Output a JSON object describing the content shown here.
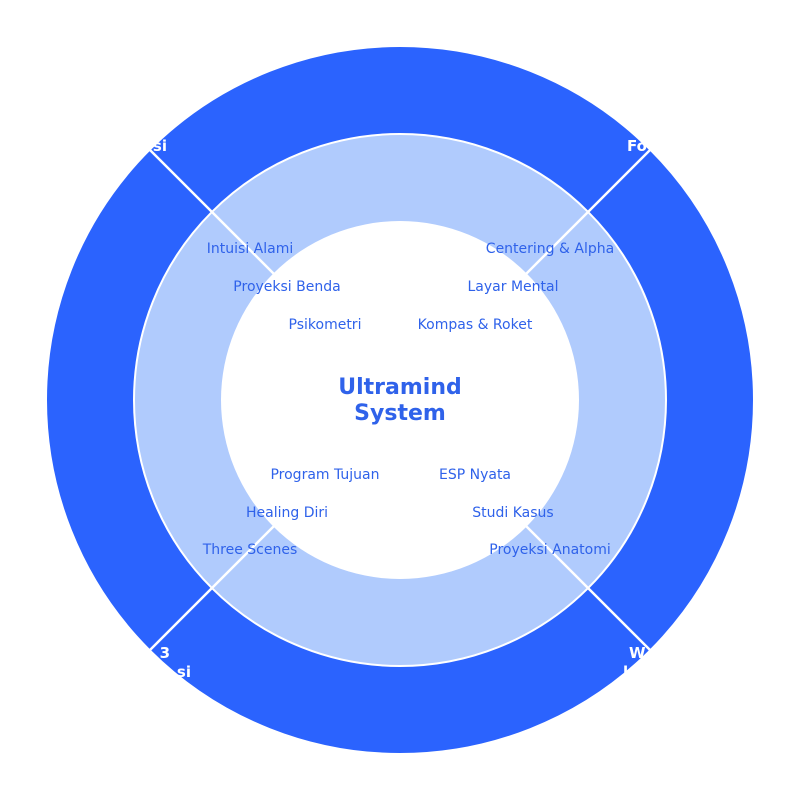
{
  "colors": {
    "outer_ring": "#2b63fe",
    "inner_ring": "#b0cbfd",
    "divider": "#ffffff",
    "text_dark": "#2f62ea",
    "text_light": "#ffffff",
    "center_fill": "#ffffff"
  },
  "center": {
    "title_line1": "Ultramind",
    "title_line2": "System"
  },
  "outer_labels": [
    {
      "id": "top-left",
      "lines": [
        "si"
      ]
    },
    {
      "id": "top-right",
      "lines": [
        "Fo"
      ]
    },
    {
      "id": "bottom-left",
      "lines": [
        "3",
        "si"
      ]
    },
    {
      "id": "bottom-right",
      "lines": [
        "W",
        "l"
      ]
    }
  ],
  "items": [
    {
      "label": "Intuisi Alami"
    },
    {
      "label": "Proyeksi Benda"
    },
    {
      "label": "Psikometri"
    },
    {
      "label": "Centering & Alpha"
    },
    {
      "label": "Layar Mental"
    },
    {
      "label": "Kompas & Roket"
    },
    {
      "label": "Program Tujuan"
    },
    {
      "label": "Healing Diri"
    },
    {
      "label": "Three Scenes"
    },
    {
      "label": "ESP Nyata"
    },
    {
      "label": "Studi Kasus"
    },
    {
      "label": "Proyeksi Anatomi"
    }
  ]
}
